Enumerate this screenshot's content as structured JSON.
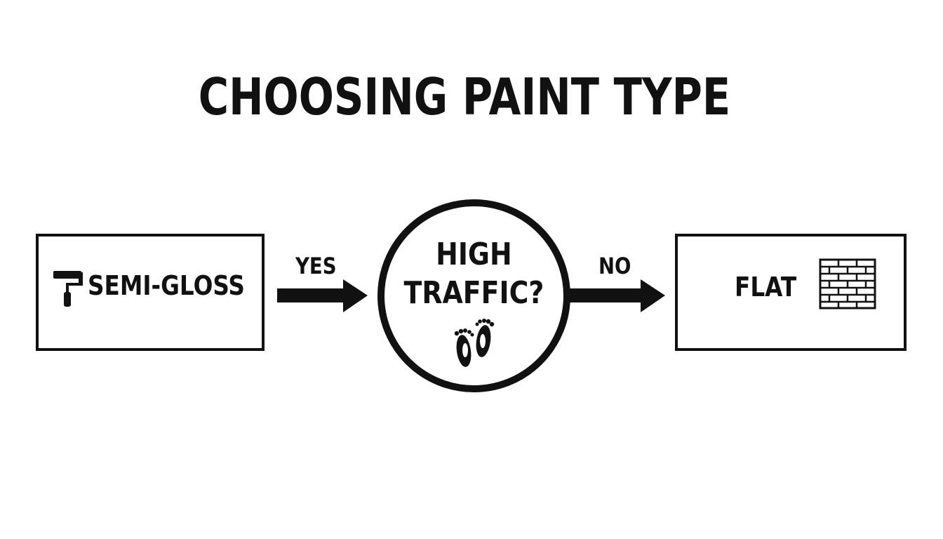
{
  "diagram": {
    "title": "CHOOSING PAINT TYPE",
    "decision": {
      "line1": "HIGH",
      "line2": "TRAFFIC?",
      "icon": "footprints-icon"
    },
    "yes_branch": {
      "edge_label": "YES",
      "result": "SEMI-GLOSS",
      "icon": "paint-roller-icon"
    },
    "no_branch": {
      "edge_label": "NO",
      "result": "FLAT",
      "icon": "brick-wall-icon"
    },
    "colors": {
      "ink": "#111111",
      "background": "#ffffff"
    }
  }
}
